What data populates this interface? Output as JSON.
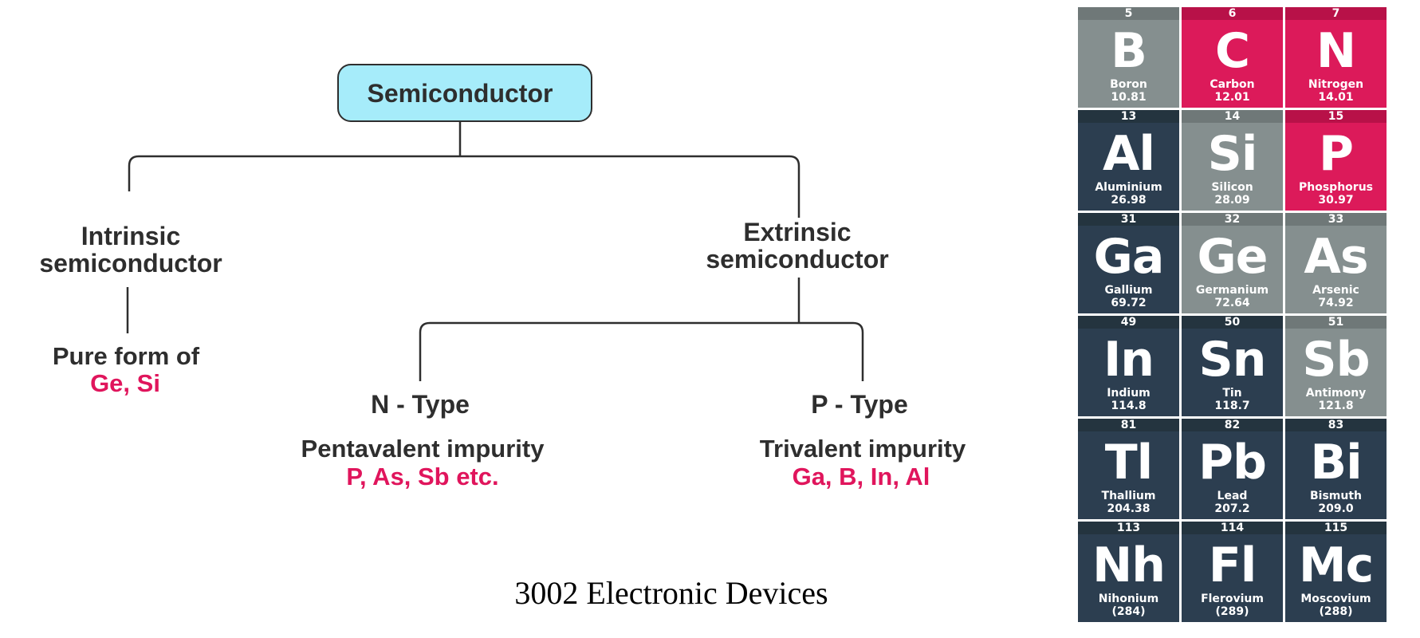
{
  "diagram": {
    "root": "Semiconductor",
    "intrinsic": {
      "title_line1": "Intrinsic",
      "title_line2": "semiconductor",
      "desc": "Pure form of",
      "examples": "Ge, Si"
    },
    "extrinsic": {
      "title_line1": "Extrinsic",
      "title_line2": "semiconductor",
      "n_type": {
        "title": "N - Type",
        "desc": "Pentavalent impurity",
        "examples": "P, As, Sb etc."
      },
      "p_type": {
        "title": "P - Type",
        "desc": "Trivalent impurity",
        "examples": "Ga, B, In, Al"
      }
    },
    "caption": "3002 Electronic Devices"
  },
  "colors": {
    "root_fill": "#a6ecfa",
    "line": "#2e2e2e",
    "highlight": "#e0155c",
    "cell_grey": "#858f8f",
    "cell_red": "#dc1a5a",
    "cell_dark": "#2c3e50"
  },
  "periodic_table": [
    {
      "number": "5",
      "symbol": "B",
      "name": "Boron",
      "mass": "10.81",
      "category": "grey"
    },
    {
      "number": "6",
      "symbol": "C",
      "name": "Carbon",
      "mass": "12.01",
      "category": "red"
    },
    {
      "number": "7",
      "symbol": "N",
      "name": "Nitrogen",
      "mass": "14.01",
      "category": "red"
    },
    {
      "number": "13",
      "symbol": "Al",
      "name": "Aluminium",
      "mass": "26.98",
      "category": "dark"
    },
    {
      "number": "14",
      "symbol": "Si",
      "name": "Silicon",
      "mass": "28.09",
      "category": "grey"
    },
    {
      "number": "15",
      "symbol": "P",
      "name": "Phosphorus",
      "mass": "30.97",
      "category": "red"
    },
    {
      "number": "31",
      "symbol": "Ga",
      "name": "Gallium",
      "mass": "69.72",
      "category": "dark"
    },
    {
      "number": "32",
      "symbol": "Ge",
      "name": "Germanium",
      "mass": "72.64",
      "category": "grey"
    },
    {
      "number": "33",
      "symbol": "As",
      "name": "Arsenic",
      "mass": "74.92",
      "category": "grey"
    },
    {
      "number": "49",
      "symbol": "In",
      "name": "Indium",
      "mass": "114.8",
      "category": "dark"
    },
    {
      "number": "50",
      "symbol": "Sn",
      "name": "Tin",
      "mass": "118.7",
      "category": "dark"
    },
    {
      "number": "51",
      "symbol": "Sb",
      "name": "Antimony",
      "mass": "121.8",
      "category": "grey"
    },
    {
      "number": "81",
      "symbol": "Tl",
      "name": "Thallium",
      "mass": "204.38",
      "category": "dark"
    },
    {
      "number": "82",
      "symbol": "Pb",
      "name": "Lead",
      "mass": "207.2",
      "category": "dark"
    },
    {
      "number": "83",
      "symbol": "Bi",
      "name": "Bismuth",
      "mass": "209.0",
      "category": "dark"
    },
    {
      "number": "113",
      "symbol": "Nh",
      "name": "Nihonium",
      "mass": "(284)",
      "category": "dark"
    },
    {
      "number": "114",
      "symbol": "Fl",
      "name": "Flerovium",
      "mass": "(289)",
      "category": "dark"
    },
    {
      "number": "115",
      "symbol": "Mc",
      "name": "Moscovium",
      "mass": "(288)",
      "category": "dark"
    }
  ]
}
